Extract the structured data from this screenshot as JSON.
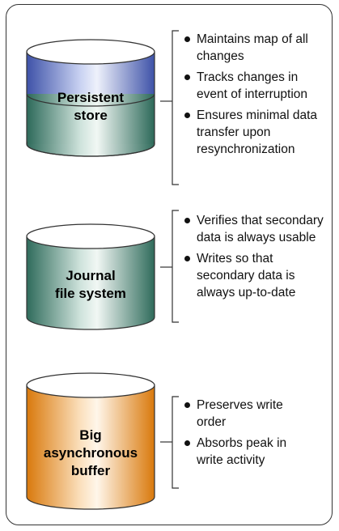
{
  "colors": {
    "blue": "#5b6fc0",
    "green": "#3f7c6b",
    "orange": "#e58a1a"
  },
  "sections": [
    {
      "label": "Persistent store",
      "label_lines": [
        "Persistent",
        "store"
      ],
      "bullets": [
        "Maintains map of all changes",
        "Tracks changes in event of interruption",
        "Ensures minimal data transfer upon resynchronization"
      ]
    },
    {
      "label": "Journal file system",
      "label_lines": [
        "Journal",
        "file system"
      ],
      "bullets": [
        "Verifies that secondary data is always usable",
        "Writes so that secondary data is always up-to-date"
      ]
    },
    {
      "label": "Big asynchronous buffer",
      "label_lines": [
        "Big",
        "asynchronous",
        "buffer"
      ],
      "bullets": [
        "Preserves write order",
        "Absorbs peak in write activity"
      ]
    }
  ]
}
